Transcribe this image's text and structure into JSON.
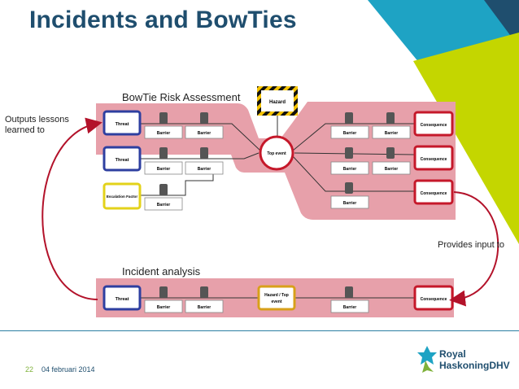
{
  "slide": {
    "title": "Incidents and BowTies",
    "page_number": "22",
    "date": "04 februari 2014"
  },
  "brand": {
    "line1": "Royal",
    "line2": "HaskoningDHV",
    "colors": {
      "navy": "#1f4e6e",
      "teal": "#1ea3c4",
      "lime": "#c4d600",
      "green": "#7fb13a"
    }
  },
  "bowtie": {
    "heading": "BowTie Risk Assessment",
    "hazard": "Hazard",
    "top_event": "Top event",
    "threats": [
      "Threat",
      "Threat"
    ],
    "escalation_factor": "Escalation Factor",
    "barrier": "Barrier",
    "consequence": "Consequence"
  },
  "incident": {
    "heading": "Incident analysis",
    "threat": "Threat",
    "hazard_top": "Hazard / Top event",
    "barrier": "Barrier",
    "consequence": "Consequence"
  },
  "annotations": {
    "left": [
      "Outputs lessons",
      "learned to"
    ],
    "right": "Provides input to"
  },
  "colors": {
    "pink": "#e7a0aa",
    "threat_blue": "#2e3fa0",
    "consequence_red": "#c5182a",
    "escalation_yellow": "#e3d21a",
    "arrow": "#b3122a",
    "hazard_stripe": "#f5c400"
  }
}
